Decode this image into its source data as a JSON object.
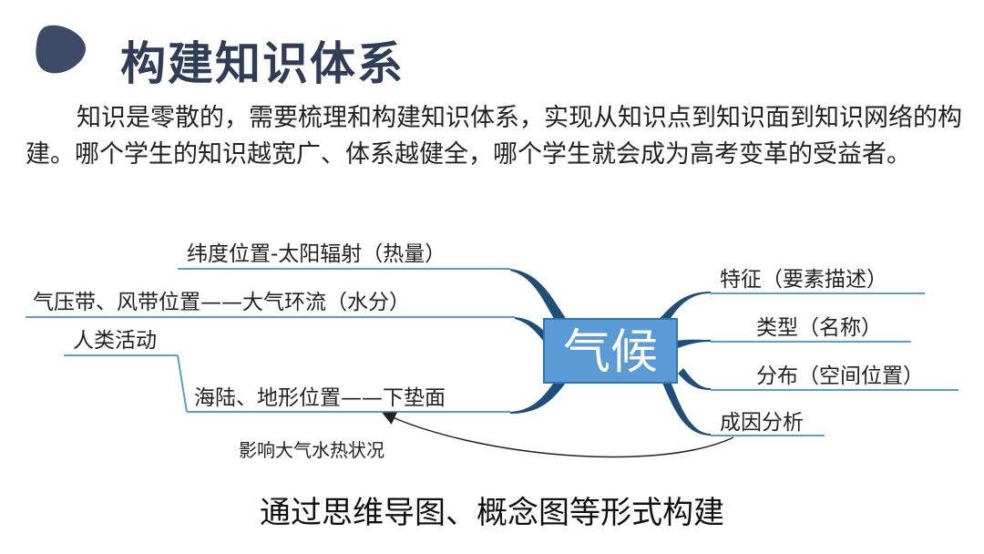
{
  "slide": {
    "title": "构建知识体系",
    "intro": "知识是零散的，需要梳理和构建知识体系，实现从知识点到知识面到知识网络的构建。哪个学生的知识越宽广、体系越健全，哪个学生就会成为高考变革的受益者。",
    "caption": "通过思维导图、概念图等形式构建"
  },
  "mindmap": {
    "center": "气候",
    "left_branches": [
      "纬度位置-太阳辐射（热量）",
      "气压带、风带位置——大气环流（水分）",
      "人类活动",
      "海陆、地形位置——下垫面"
    ],
    "right_branches": [
      "特征（要素描述）",
      "类型（名称）",
      "分布（空间位置）",
      "成因分析"
    ],
    "arrow_label": "影响大气水热状况"
  },
  "colors": {
    "title": "#2f3d56",
    "node": "#5b9bd5",
    "branch": "#1f4e79"
  }
}
